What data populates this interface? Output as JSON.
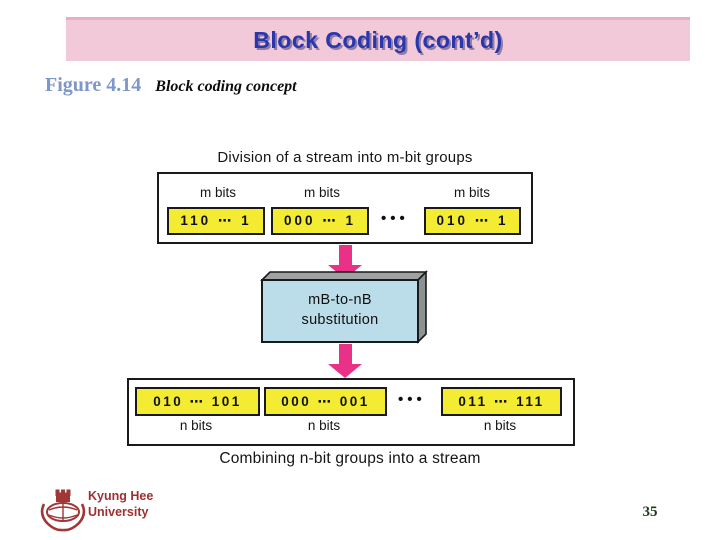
{
  "header": {
    "title": "Block Coding (cont’d)"
  },
  "figure": {
    "label": "Figure 4.14",
    "caption": "Block coding concept"
  },
  "diagram": {
    "top_caption": "Division of a stream into m-bit groups",
    "bottom_caption": "Combining n-bit groups into a stream",
    "top_group_label": "m bits",
    "bottom_group_label": "n bits",
    "top_groups": [
      "110 ⋯ 1",
      "000 ⋯ 1",
      "010 ⋯ 1"
    ],
    "bottom_groups": [
      "010 ⋯ 101",
      "000 ⋯ 001",
      "011 ⋯ 111"
    ],
    "ellipsis": "•••",
    "process_box": {
      "line1": "mB-to-nB",
      "line2": "substitution"
    },
    "colors": {
      "cell_yellow": "#F3EC33",
      "arrow_pink": "#E93287",
      "process_blue": "#BBDDE9",
      "banner_pink": "#F2C9D9",
      "title_blue": "#2936AE"
    }
  },
  "footer": {
    "institution_line1": "Kyung Hee",
    "institution_line2": "University",
    "page_number": "35"
  }
}
